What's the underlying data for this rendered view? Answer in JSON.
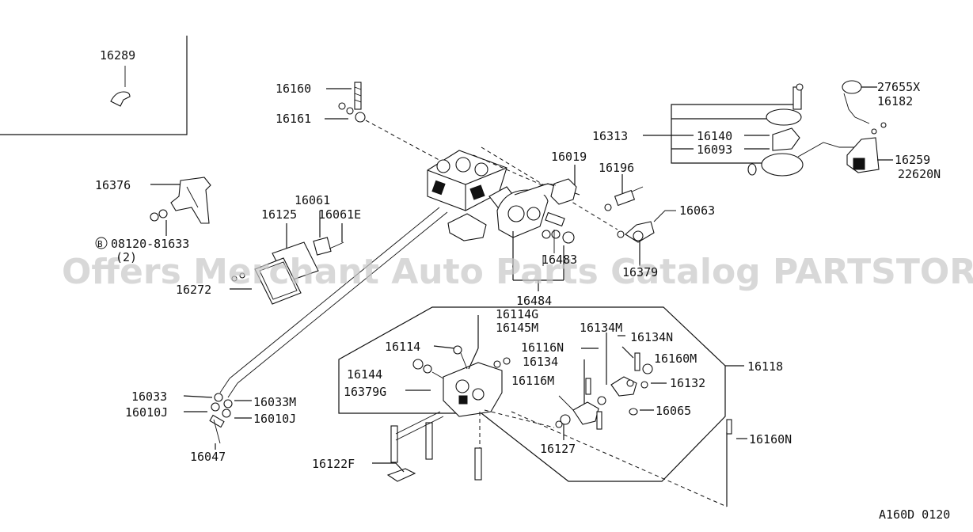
{
  "diagram_code": "A160D 0120",
  "watermark": "Offers Merchant Auto Parts Catalog PARTSTORE.SA",
  "labels": {
    "p16289": "16289",
    "p16160": "16160",
    "p16161": "16161",
    "p16376": "16376",
    "p08120": "08120-81633",
    "bolt_mark": "B",
    "qty2": "(2)",
    "p16061": "16061",
    "p16125": "16125",
    "p16061E": "16061E",
    "p16272": "16272",
    "p16019": "16019",
    "p16196": "16196",
    "p16063": "16063",
    "p16483": "16483",
    "p16379": "16379",
    "p16484": "16484",
    "p16313": "16313",
    "p16140": "16140",
    "p16093": "16093",
    "p27655X": "27655X",
    "p16182": "16182",
    "p16259": "16259",
    "p22620N": "22620N",
    "p16114G": "16114G",
    "p16145M": "16145M",
    "p16114": "16114",
    "p16144": "16144",
    "p16379G": "16379G",
    "p16134M": "16134M",
    "p16134N": "16134N",
    "p16116N": "16116N",
    "p16134": "16134",
    "p16160M": "16160M",
    "p16118": "16118",
    "p16116M": "16116M",
    "p16132": "16132",
    "p16065": "16065",
    "p16127": "16127",
    "p16160N": "16160N",
    "p16122F": "16122F",
    "p16033": "16033",
    "p16033M": "16033M",
    "p16010J_l": "16010J",
    "p16010J_r": "16010J",
    "p16047": "16047"
  }
}
